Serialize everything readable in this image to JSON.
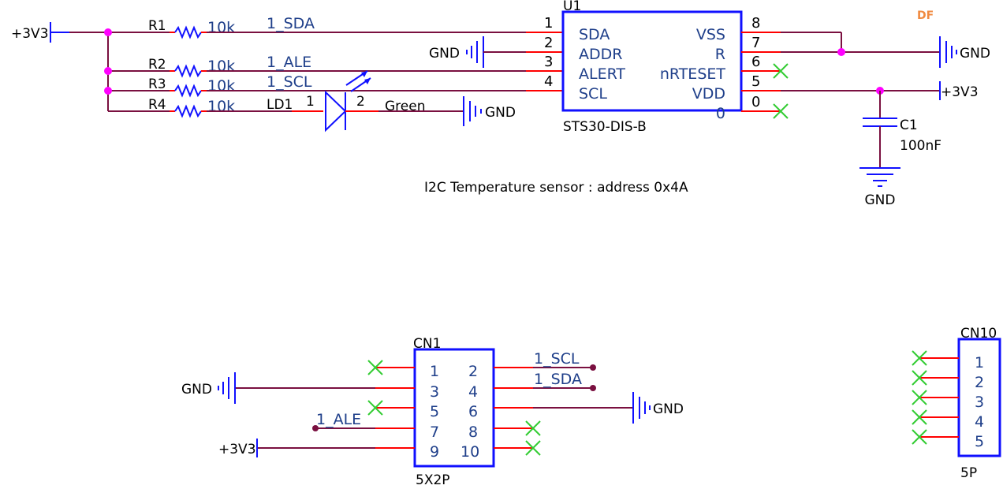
{
  "logo": "DF",
  "colors": {
    "wire": "#7a1040",
    "pin": "#ff0000",
    "symbol": "#1010ff",
    "junction": "#ff00ff",
    "no_connect": "#33cc33",
    "label": "#1f3f8a"
  },
  "power": {
    "v33": "+3V3",
    "gnd": "GND"
  },
  "resistors": [
    {
      "ref": "R1",
      "value": "10k",
      "net": "1_SDA"
    },
    {
      "ref": "R2",
      "value": "10k",
      "net": "1_ALE"
    },
    {
      "ref": "R3",
      "value": "10k",
      "net": "1_SCL"
    },
    {
      "ref": "R4",
      "value": "10k",
      "net": ""
    }
  ],
  "led": {
    "ref": "LD1",
    "pin1": "1",
    "pin2": "2",
    "color_label": "Green"
  },
  "u1": {
    "ref": "U1",
    "part": "STS30-DIS-B",
    "left_pins": [
      {
        "num": "1",
        "name": "SDA"
      },
      {
        "num": "2",
        "name": "ADDR"
      },
      {
        "num": "3",
        "name": "ALERT"
      },
      {
        "num": "4",
        "name": "SCL"
      }
    ],
    "right_pins": [
      {
        "num": "8",
        "name": "VSS"
      },
      {
        "num": "7",
        "name": "R"
      },
      {
        "num": "6",
        "name": "nRTESET"
      },
      {
        "num": "5",
        "name": "VDD"
      },
      {
        "num": "0",
        "name": "0"
      }
    ]
  },
  "c1": {
    "ref": "C1",
    "value": "100nF"
  },
  "note": "I2C Temperature sensor : address 0x4A",
  "cn1": {
    "ref": "CN1",
    "part": "5X2P",
    "left_pins": [
      "1",
      "3",
      "5",
      "7",
      "9"
    ],
    "right_pins": [
      "2",
      "4",
      "6",
      "8",
      "10"
    ],
    "nets": {
      "pin2": "1_SCL",
      "pin4": "1_SDA",
      "pin7": "1_ALE"
    }
  },
  "cn10": {
    "ref": "CN10",
    "part": "5P",
    "pins": [
      "1",
      "2",
      "3",
      "4",
      "5"
    ]
  }
}
